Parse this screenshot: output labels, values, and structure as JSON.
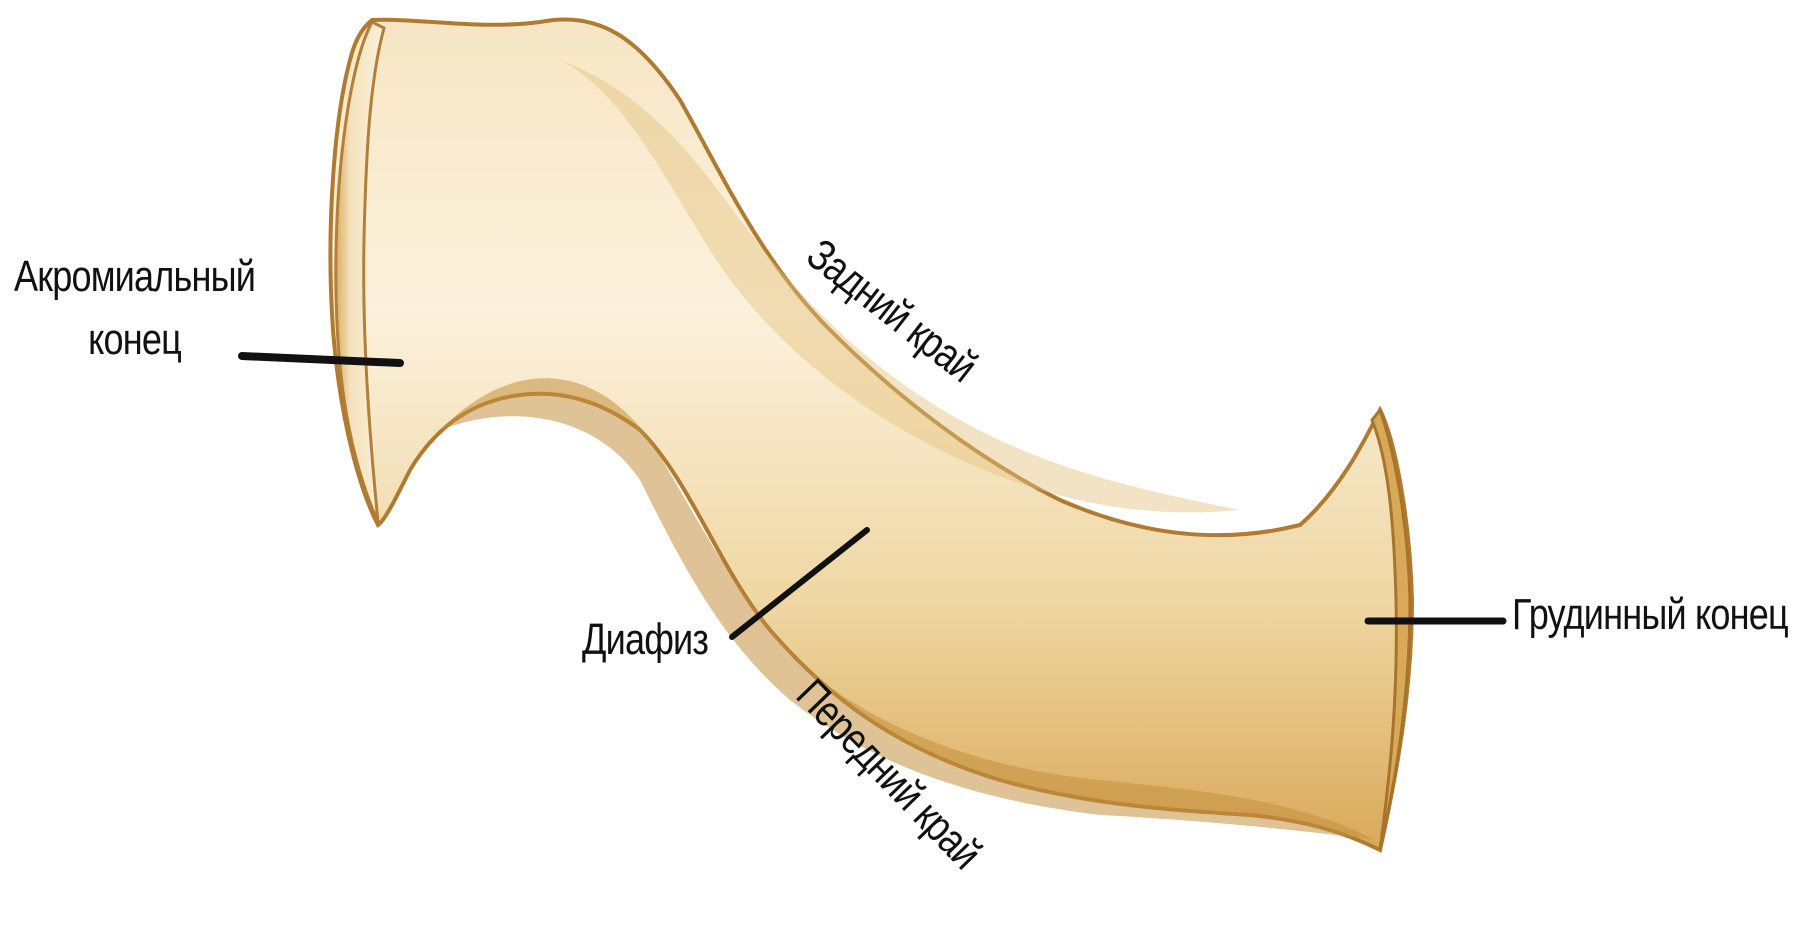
{
  "labels": {
    "acromial_end_line1": "Акромиальный",
    "acromial_end_line2": "конец",
    "posterior_border": "Задний край",
    "diaphysis": "Диафиз",
    "anterior_border": "Передний край",
    "sternal_end": "Грудинный конец"
  },
  "colors": {
    "bone_light": "#f8ecd2",
    "bone_mid": "#e9c98c",
    "bone_dark": "#c58f3e",
    "bone_edge": "#a8732a",
    "leader_line": "#111111"
  }
}
